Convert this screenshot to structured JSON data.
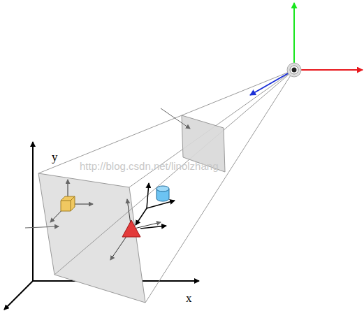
{
  "diagram": {
    "labels": [
      "y",
      "x",
      "http://blog.csdn.net/linolzhang"
    ]
  }
}
